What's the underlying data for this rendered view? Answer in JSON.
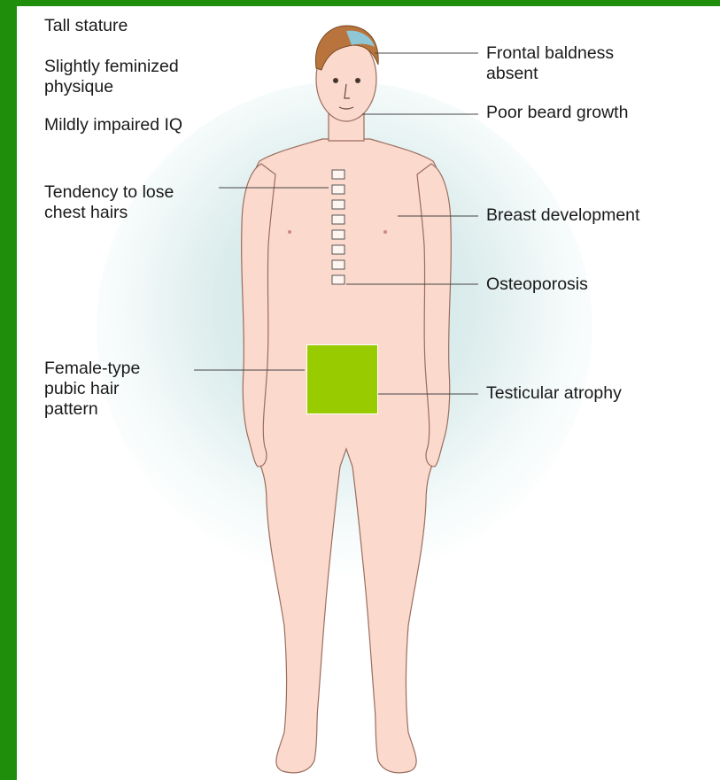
{
  "labels": {
    "tall_stature": "Tall stature",
    "feminized_physique": "Slightly feminized\nphysique",
    "impaired_iq": "Mildly impaired IQ",
    "chest_hairs": "Tendency to lose\nchest hairs",
    "pubic_hair": "Female-type\npubic hair\npattern",
    "frontal_baldness": "Frontal baldness\nabsent",
    "beard_growth": "Poor beard growth",
    "breast_development": "Breast development",
    "osteoporosis": "Osteoporosis",
    "testicular_atrophy": "Testicular atrophy"
  },
  "colors": {
    "frame": "#1f8f0b",
    "skin": "#fbd9cc",
    "outline": "#9a6d5f",
    "hair": "#b8743c",
    "censor_box": "#99cc00"
  }
}
